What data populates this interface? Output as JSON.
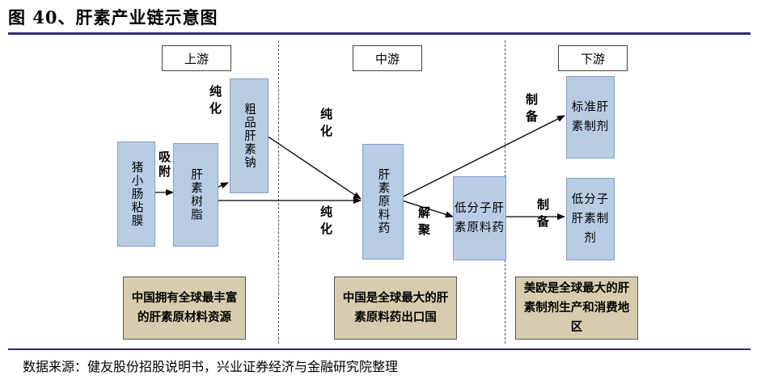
{
  "figure": {
    "title": "图 40、肝素产业链示意图",
    "source": "数据来源：健友股份招股说明书，兴业证券经济与金融研究院整理"
  },
  "stages": {
    "upstream": "上游",
    "midstream": "中游",
    "downstream": "下游"
  },
  "nodes": {
    "pig_intestine": "猪小肠粘膜",
    "heparin_resin": "肝素树脂",
    "crude_heparin": "粗品肝素钠",
    "heparin_api": "肝素原料药",
    "lmwh_api": "低分子肝素原料药",
    "std_heparin_prep": "标准肝素制剂",
    "lmwh_prep": "低分子肝素制剂"
  },
  "edge_labels": {
    "adsorb": "吸附",
    "purify_1": "纯化",
    "purify_2": "纯化",
    "purify_3": "纯化",
    "depolymerize": "解聚",
    "prepare_1": "制备",
    "prepare_2": "制备"
  },
  "notes": {
    "upstream": "中国拥有全球最丰富的肝素原材料资源",
    "midstream": "中国是全球最大的肝素原料药出口国",
    "downstream": "美欧是全球最大的肝素制剂生产和消费地区"
  },
  "colors": {
    "node_fill": "#b8cce4",
    "note_fill": "#d7cdae",
    "rule": "#2b2b6b"
  }
}
